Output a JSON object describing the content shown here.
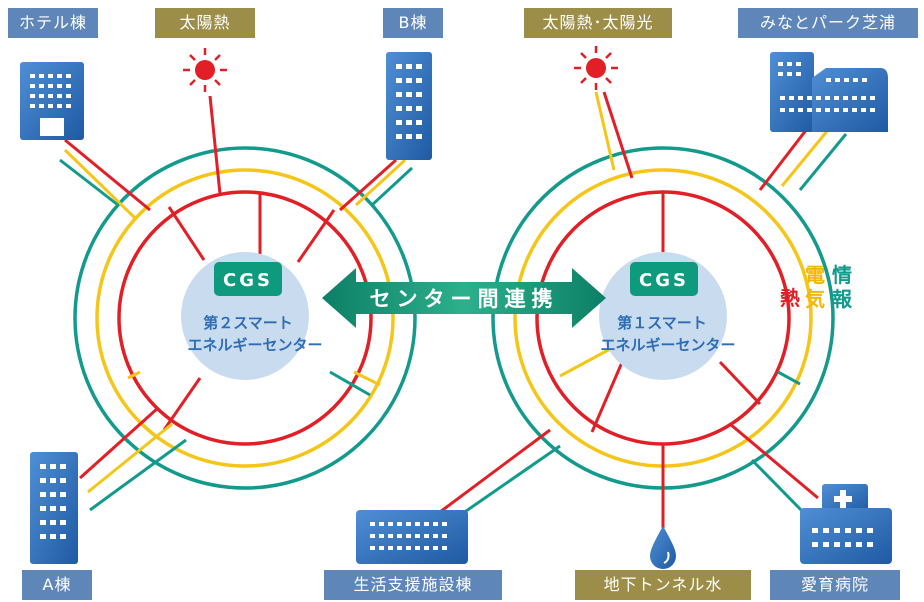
{
  "labels": {
    "hotel": "ホテル棟",
    "solar_heat": "太陽熱",
    "b_building": "B棟",
    "solar_heat_light": "太陽熱･太陽光",
    "minato_park": "みなとパーク芝浦",
    "a_building": "A棟",
    "life_support": "生活支援施設棟",
    "tunnel_water": "地下トンネル水",
    "hospital": "愛育病院"
  },
  "center2": {
    "cgs": "CGS",
    "line1": "第２スマート",
    "line2": "エネルギーセンター"
  },
  "center1": {
    "cgs": "CGS",
    "line1": "第１スマート",
    "line2": "エネルギーセンター"
  },
  "link": {
    "text": "センター間連携"
  },
  "legend": {
    "heat": "熱",
    "electric_1": "電",
    "electric_2": "気",
    "info_1": "情",
    "info_2": "報"
  },
  "colors": {
    "heat": "#e21f26",
    "electric": "#f5c518",
    "info": "#129a8c",
    "center_fill": "#c9dcef",
    "cgs_box": "#0e9a7c",
    "center_text": "#2e6db3",
    "building": "#2f6fb8",
    "label_blue": "#5e86b8",
    "label_olive": "#9c8e48"
  },
  "icons": [
    "building-icon",
    "sun-icon",
    "water-drop-icon",
    "hospital-icon"
  ]
}
